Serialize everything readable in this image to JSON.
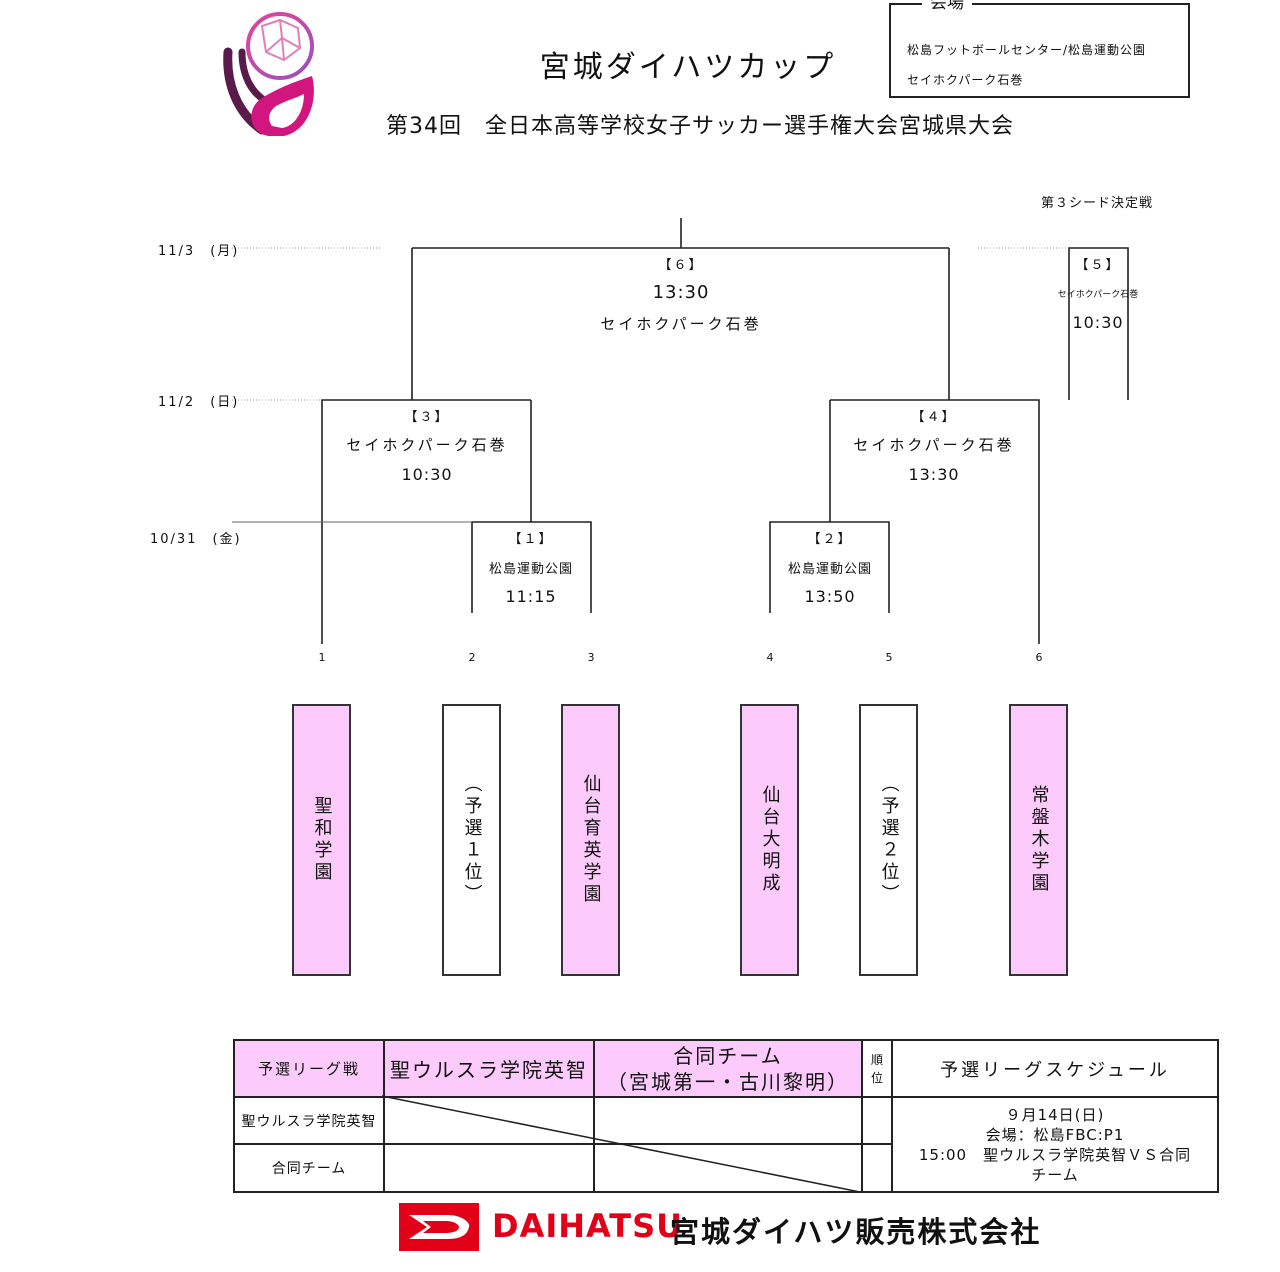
{
  "header": {
    "title": "宮城ダイハツカップ",
    "subtitle": "第34回　全日本高等学校女子サッカー選手権大会宮城県大会"
  },
  "venue": {
    "label": "会場",
    "line1": "松島フットボールセンター/松島運動公園",
    "line2": "セイホクパーク石巻"
  },
  "dates": {
    "d1": "10/31　(金)",
    "d2": "11/2　(日)",
    "d3": "11/3　(月)"
  },
  "third_seed_label": "第３シード決定戦",
  "matches": {
    "m1": {
      "label": "【１】",
      "place": "松島運動公園",
      "time": "11:15"
    },
    "m2": {
      "label": "【２】",
      "place": "松島運動公園",
      "time": "13:50"
    },
    "m3": {
      "label": "【３】",
      "place": "セイホクパーク石巻",
      "time": "10:30"
    },
    "m4": {
      "label": "【４】",
      "place": "セイホクパーク石巻",
      "time": "13:30"
    },
    "m5": {
      "label": "【５】",
      "place": "セイホクパーク石巻",
      "time": "10:30"
    },
    "m6": {
      "label": "【６】",
      "place": "セイホクパーク石巻",
      "time": "13:30"
    }
  },
  "positions": [
    "1",
    "2",
    "3",
    "4",
    "5",
    "6"
  ],
  "teams": [
    {
      "name": "聖和学園",
      "highlight": true
    },
    {
      "name": "（予選１位）",
      "highlight": false
    },
    {
      "name": "仙台育英学園",
      "highlight": true
    },
    {
      "name": "仙台大明成",
      "highlight": true
    },
    {
      "name": "（予選２位）",
      "highlight": false
    },
    {
      "name": "常盤木学園",
      "highlight": true
    }
  ],
  "league": {
    "caption": "予選リーグ戦",
    "col1": "聖ウルスラ学院英智",
    "col2_line1": "合同チーム",
    "col2_line2": "（宮城第一・古川黎明）",
    "rank_line1": "順",
    "rank_line2": "位",
    "schedule_header": "予選リーグスケジュール",
    "row1": "聖ウルスラ学院英智",
    "row2": "合同チーム",
    "schedule_line1": "９月14日(日)",
    "schedule_line2": "会場：松島FBC:P1",
    "schedule_line3": "15:00　聖ウルスラ学院英智ＶＳ合同",
    "schedule_line4": "チーム"
  },
  "footer": {
    "brand": "DAIHATSU",
    "company": "宮城ダイハツ販売株式会社"
  },
  "colors": {
    "highlight": "#fccbfb",
    "logo_accent": "#c2127a",
    "logo_dark": "#5a1a4a",
    "brand_red": "#e20018"
  },
  "icons": {
    "tournament_logo": "soccer-ball-leaf-logo",
    "brand_logo": "daihatsu-d-logo"
  }
}
